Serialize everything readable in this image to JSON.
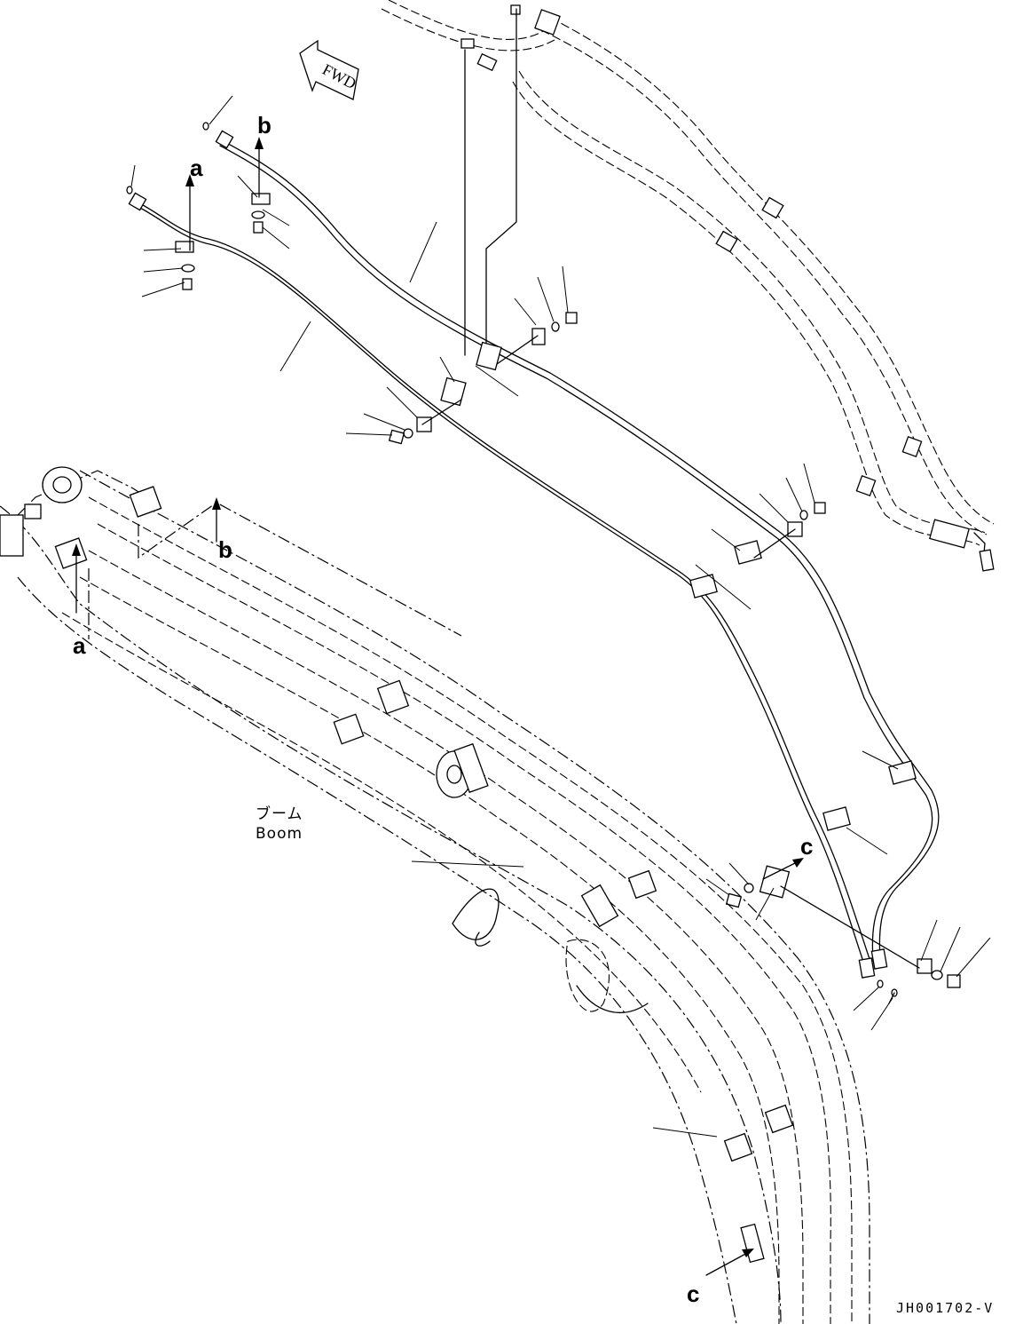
{
  "labels": {
    "a": "a",
    "b": "b",
    "c": "c"
  },
  "boom_caption": {
    "jp": "ブーム",
    "en": "Boom"
  },
  "fwd_arrow": "FWD",
  "drawing_code": "JH001702-V"
}
